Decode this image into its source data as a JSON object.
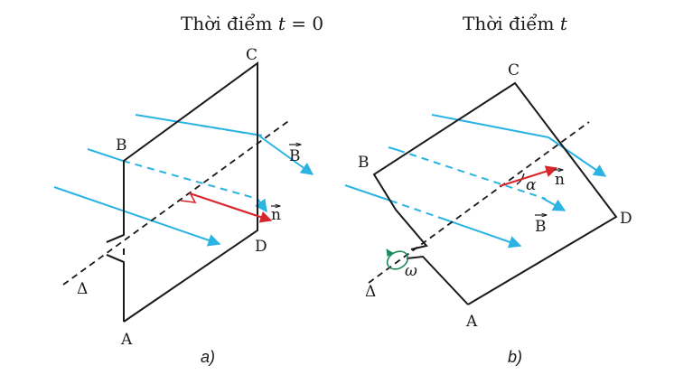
{
  "panel_a": {
    "title": "Thời điểm t = 0",
    "title_prefix": "Thời điểm ",
    "title_var": "t",
    "title_suffix": " = 0",
    "points": {
      "A": "A",
      "B": "B",
      "C": "C",
      "D": "D"
    },
    "vector_B": "B",
    "vector_n": "n",
    "axis_label": "Δ",
    "caption": "a)"
  },
  "panel_b": {
    "title": "Thời điểm t",
    "title_prefix": "Thời điểm ",
    "title_var": "t",
    "points": {
      "A": "A",
      "B": "B",
      "C": "C",
      "D": "D"
    },
    "vector_B": "B",
    "vector_n": "n",
    "angle_label": "α",
    "omega_label": "ω",
    "axis_label": "Δ",
    "caption": "b)"
  },
  "colors": {
    "field_lines": "#2bb3e3",
    "normal_vector": "#d7262b",
    "rotation_arrow": "#1a8a5a",
    "frame": "#1a1a1a"
  }
}
